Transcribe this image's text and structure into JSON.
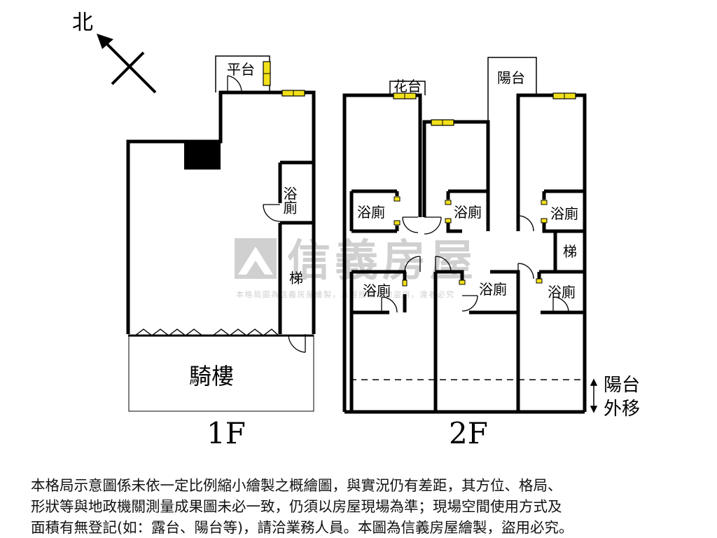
{
  "compass": {
    "label": "北"
  },
  "floor1": {
    "label": "1F",
    "rooms": {
      "platform": "平台",
      "bath": "浴廁",
      "stairs": "梯",
      "arcade": "騎樓"
    }
  },
  "floor2": {
    "label": "2F",
    "rooms": {
      "flower_bed": "花台",
      "balcony": "陽台",
      "bath_1": "浴廁",
      "bath_2": "浴廁",
      "bath_3": "浴廁",
      "stairs": "梯",
      "bath_4": "浴廁",
      "bath_5": "浴廁",
      "bath_6": "浴廁"
    },
    "balcony_shift_note": [
      "陽台",
      "外移"
    ]
  },
  "watermark": {
    "brand": "信義房屋",
    "tagline": "本格局圖為信義房屋繪製，未經授權請勿盜用，違者必究"
  },
  "disclaimer": {
    "lines": [
      "本格局示意圖係未依一定比例縮小繪製之概繪圖，與實況仍有差距，其方位、格局、",
      "形狀等與地政機關測量成果圖未必一致，仍須以房屋現場為準；現場空間使用方式及",
      "面積有無登記(如：露台、陽台等)，請洽業務人員。本圖為信義房屋繪製，盜用必究。"
    ]
  },
  "colors": {
    "wall": "#000000",
    "window": "#f2e11a",
    "watermark": "#c8c8c8"
  }
}
